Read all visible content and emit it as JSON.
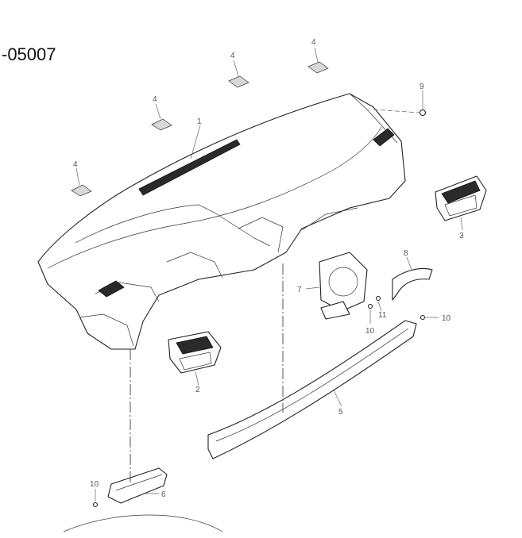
{
  "diagram": {
    "id_label": "-05007",
    "callouts": [
      {
        "key": "c1",
        "text": "1"
      },
      {
        "key": "c2",
        "text": "2"
      },
      {
        "key": "c3",
        "text": "3"
      },
      {
        "key": "c4a",
        "text": "4"
      },
      {
        "key": "c4b",
        "text": "4"
      },
      {
        "key": "c4c",
        "text": "4"
      },
      {
        "key": "c4d",
        "text": "4"
      },
      {
        "key": "c5",
        "text": "5"
      },
      {
        "key": "c6",
        "text": "6"
      },
      {
        "key": "c7",
        "text": "7"
      },
      {
        "key": "c8",
        "text": "8"
      },
      {
        "key": "c9",
        "text": "9"
      },
      {
        "key": "c10a",
        "text": "10"
      },
      {
        "key": "c10b",
        "text": "10"
      },
      {
        "key": "c10c",
        "text": "10"
      },
      {
        "key": "c11",
        "text": "11"
      }
    ]
  }
}
